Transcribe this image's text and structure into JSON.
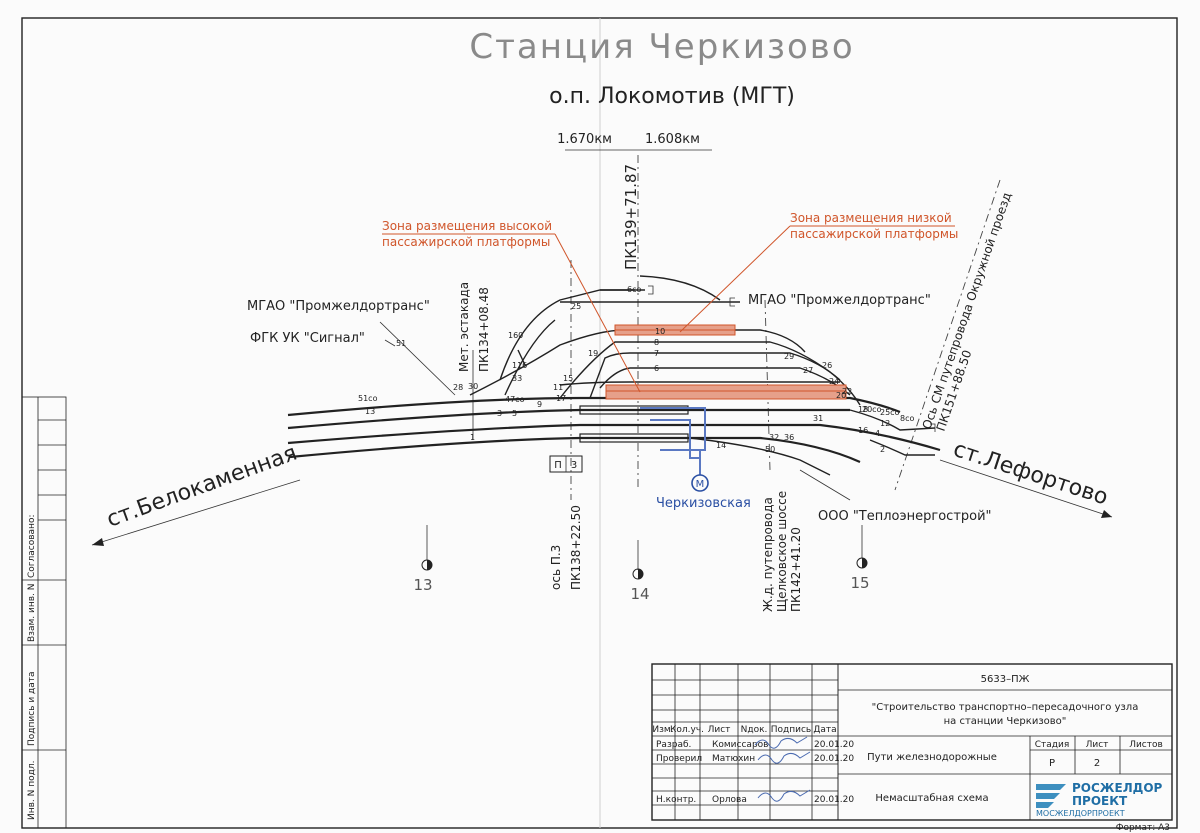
{
  "title": "Станция Черкизово",
  "subtitle": "о.п. Локомотив (МГТ)",
  "km_left": "1.670км",
  "km_right": "1.608км",
  "axis_pk": "ПК139+71.87",
  "zone_high": [
    "Зона размещения высокой",
    "пассажирской платформы"
  ],
  "zone_low": [
    "Зона размещения низкой",
    "пассажирской платформы"
  ],
  "labels": {
    "mgao_left": "МГАО \"Промжелдортранс\"",
    "fgk": "ФГК УК \"Сигнал\"",
    "mgao_right": "МГАО \"Промжелдортранс\"",
    "estakada": [
      "Мет. эстакада",
      "ПК134+08.48"
    ],
    "axis_p3": [
      "ось П.3",
      "ПК138+22.50"
    ],
    "putoprovod": [
      "Ж.д. путепровода",
      "Щелковское шоссе",
      "ПК142+41.20"
    ],
    "axis_sm": [
      "Ось СМ путепровода Окружной проезд",
      "ПК151+88.50"
    ],
    "teplo": "ООО \"Теплоэнергострой\"",
    "metro_letter": "М",
    "metro_station": "Черкизовская",
    "p3_box": [
      "П",
      "3"
    ]
  },
  "stations": {
    "left": "ст.Белокаменная",
    "right": "ст.Лефортово"
  },
  "pickets": [
    "13",
    "14",
    "15"
  ],
  "track_numbers": [
    "1",
    "2",
    "3",
    "4",
    "5",
    "6",
    "7",
    "8",
    "9",
    "10",
    "11",
    "12",
    "13",
    "14",
    "15",
    "16",
    "17",
    "18",
    "19",
    "20",
    "22",
    "24",
    "25",
    "26",
    "27",
    "28",
    "29",
    "30",
    "31",
    "32",
    "33",
    "36",
    "47со",
    "50",
    "51",
    "51со",
    "116",
    "160",
    "6со",
    "8со",
    "20со",
    "25со"
  ],
  "side_stamp": {
    "soglasovano": "Согласовано:",
    "inv_vzam": "Взам. инв. N",
    "podpis": "Подпись и дата",
    "inv_podl": "Инв. N подл."
  },
  "title_block": {
    "code": "5633–ПЖ",
    "project": [
      "\"Строительство транспортно–пересадочного узла",
      "на станции Черкизово\""
    ],
    "header": [
      "Изм.",
      "Кол.уч.",
      "Лист",
      "Nдок.",
      "Подпись",
      "Дата"
    ],
    "rows": [
      {
        "role": "Разраб.",
        "name": "Комиссаров",
        "date": "20.01.20"
      },
      {
        "role": "Проверил",
        "name": "Матюхин",
        "date": "20.01.20"
      },
      {
        "role": "",
        "name": "",
        "date": ""
      },
      {
        "role": "Н.контр.",
        "name": "Орлова",
        "date": "20.01.20"
      }
    ],
    "sheet_name": "Пути железнодорожные",
    "drawing_name": "Немасштабная схема",
    "stage_hdr": "Стадия",
    "sheet_hdr": "Лист",
    "sheets_hdr": "Листов",
    "stage": "Р",
    "sheet": "2",
    "sheets": "",
    "logo": [
      "РОСЖЕЛДОР",
      "ПРОЕКТ"
    ],
    "logo_sub": "МОСЖЕЛДОРПРОЕКТ",
    "format": "Формат: А3"
  },
  "colors": {
    "zone": "#d0552a",
    "metro": "#2a4fa3",
    "ink": "#222222"
  }
}
